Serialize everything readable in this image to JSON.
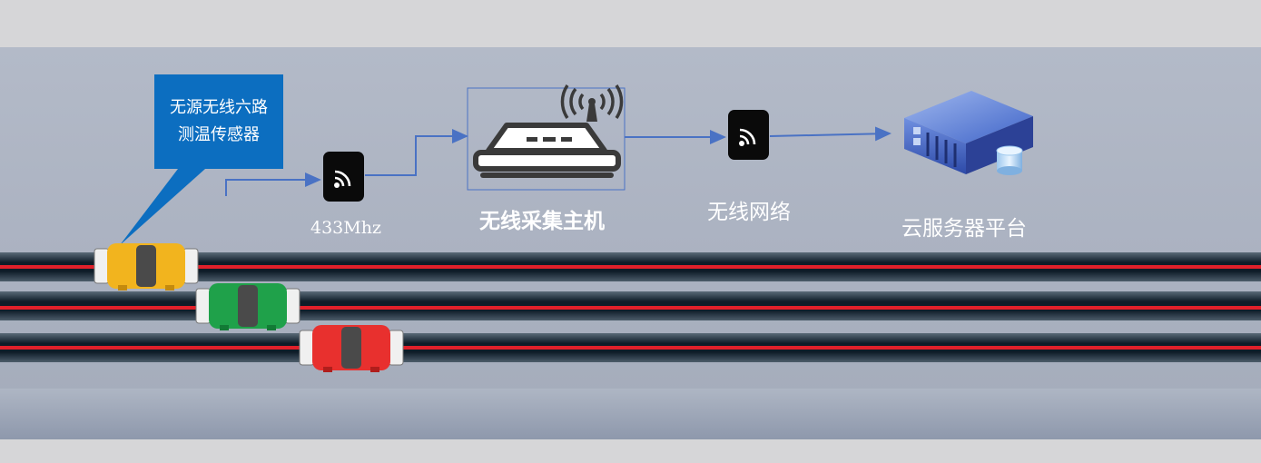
{
  "sensor_callout": {
    "line1": "无源无线六路",
    "line2": "测温传感器"
  },
  "labels": {
    "frequency": "433Mhz",
    "host": "无线采集主机",
    "network": "无线网络",
    "cloud": "云服务器平台"
  },
  "colors": {
    "callout": "#0c6ec0",
    "arrow": "#4a72c4",
    "cable_red": "#e0202a",
    "sensor_yellow": "#f2b41e",
    "sensor_green": "#1fa14a",
    "sensor_red": "#e8302e"
  },
  "icons": [
    "wifi-signal-icon",
    "wireless-host-icon",
    "antenna-icon",
    "server-icon",
    "database-icon"
  ]
}
